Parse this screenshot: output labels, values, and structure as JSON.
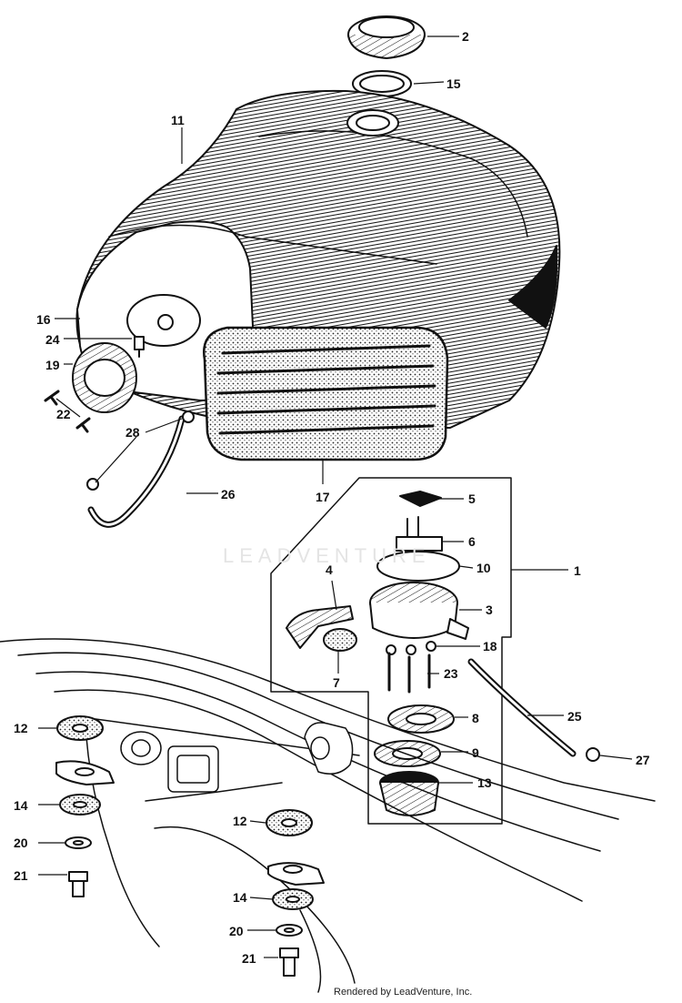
{
  "diagram": {
    "callouts": [
      "2",
      "15",
      "11",
      "16",
      "24",
      "19",
      "22",
      "28",
      "26",
      "17",
      "5",
      "6",
      "10",
      "1",
      "4",
      "3",
      "18",
      "7",
      "23",
      "25",
      "8",
      "9",
      "13",
      "27",
      "12",
      "14",
      "20",
      "21",
      "12",
      "14",
      "20",
      "21"
    ]
  },
  "watermark": "LEADVENTURE",
  "footer": "Rendered by LeadVenture, Inc.",
  "colors": {
    "ink": "#111111",
    "paper": "#ffffff",
    "watermark": "#e4e4e4"
  }
}
